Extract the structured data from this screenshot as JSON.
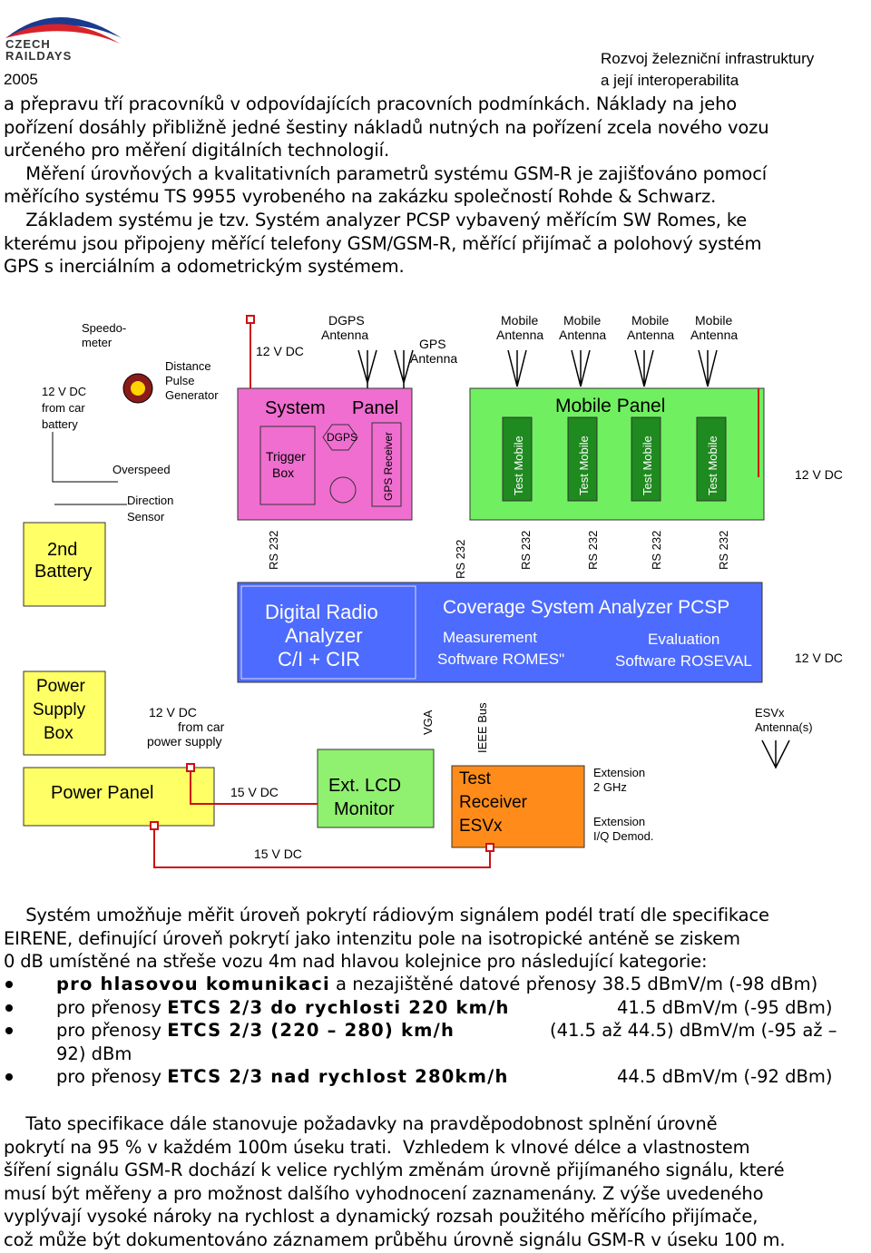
{
  "header": {
    "logo_text_line1": "CZECH",
    "logo_text_line2": "RAILDAYS",
    "year": "2005",
    "title_line1": "Rozvoj železniční infrastruktury",
    "title_line2": "a její interoperabilita"
  },
  "intro": {
    "line1": "a přepravu tří pracovníků v odpovídajících pracovních podmínkách. Náklady na jeho",
    "line2": "pořízení dosáhly přibližně jedné šestiny nákladů nutných na pořízení zcela nového vozu",
    "line3": "určeného pro měření digitálních technologií.",
    "line4": "    Měření úrovňových a kvalitativních parametrů systému GSM-R je zajišťováno pomocí",
    "line5": "měřícího systému TS 9955 vyrobeného na zakázku společností Rohde & Schwarz.",
    "line6": "    Základem systému je tzv. Systém analyzer PCSP vybavený měřícím SW Romes, ke",
    "line7": "kterému jsou připojeny měřící telefony GSM/GSM-R, měřící přijímač a polohový systém",
    "line8": "GPS s inerciálním a odometrickým systémem."
  },
  "diagram": {
    "speedometer": "Speedo-",
    "speedometer2": "meter",
    "distance_pulse1": "Distance",
    "distance_pulse2": "Pulse",
    "distance_pulse3": "Generator",
    "battery_label1": "12 V DC",
    "battery_label2": "from car",
    "battery_label3": "battery",
    "overspeed": "Overspeed",
    "direction1": "Direction",
    "direction2": "Sensor",
    "dgps_antenna1": "DGPS",
    "dgps_antenna2": "Antenna",
    "gps_antenna1": "GPS",
    "gps_antenna2": "Antenna",
    "v12_top": "12 V DC",
    "mobile_antenna1": "Mobile",
    "mobile_antenna2": "Antenna",
    "system_panel1": "System",
    "system_panel2": "Panel",
    "trigger_box1": "Trigger",
    "trigger_box2": "Box",
    "dgps": "DGPS",
    "gps_receiver": "GPS Receiver",
    "mobile_panel": "Mobile Panel",
    "test_mobile": "Test Mobile",
    "v12_right1": "12 V DC",
    "rs232": "RS 232",
    "second_battery1": "2nd",
    "second_battery2": "Battery",
    "dra1": "Digital Radio",
    "dra2": "Analyzer",
    "dra3": "C/I + CIR",
    "csa_title": "Coverage System Analyzer PCSP",
    "csa_meas1": "Measurement",
    "csa_meas2": "Software ROMES\"",
    "csa_eval1": "Evaluation",
    "csa_eval2": "Software ROSEVAL",
    "v12_right2": "12 V DC",
    "psb1": "Power",
    "psb2": "Supply",
    "psb3": "Box",
    "car_supply1": "12 V DC",
    "car_supply2": "from car",
    "car_supply3": "power supply",
    "vga": "VGA",
    "ieee": "IEEE Bus",
    "esvx_ant1": "ESVx",
    "esvx_ant2": "Antenna(s)",
    "power_panel": "Power Panel",
    "v15_1": "15 V DC",
    "v15_2": "15 V DC",
    "lcd1": "Ext. LCD",
    "lcd2": "Monitor",
    "receiver1": "Test",
    "receiver2": "Receiver",
    "receiver3": "ESVx",
    "ext1a": "Extension",
    "ext1b": "2 GHz",
    "ext2a": "Extension",
    "ext2b": "I/Q Demod.",
    "colors": {
      "system_panel": "#f06ed0",
      "mobile_panel": "#70f060",
      "battery": "#ffff66",
      "analyzer": "#4d6bff",
      "lcd": "#90f070",
      "receiver": "#ff8c1a",
      "wire": "#cc1111"
    }
  },
  "spec": {
    "line1": "    Systém umožňuje měřit úroveň pokrytí rádiovým signálem podél tratí dle specifikace",
    "line2": "EIRENE, definující úroveň pokrytí jako intenzitu pole na isotropické anténě se ziskem",
    "line3": "0 dB umístěné na střeše vozu 4m nad hlavou kolejnice pro následující kategorie:"
  },
  "bullets": [
    {
      "prefix": "",
      "bold": "pro hlasovou komunikaci",
      "rest": " a nezajištěné datové přenosy 38.5 dBmV/m (-98 dBm)",
      "value": ""
    },
    {
      "prefix": "pro přenosy ",
      "bold": "ETCS 2/3 do rychlosti 220 km/h",
      "rest": "",
      "value": "41.5 dBmV/m (-95 dBm)"
    },
    {
      "prefix": "pro přenosy ",
      "bold": "ETCS 2/3 (220 – 280) km/h",
      "rest": "",
      "value": "(41.5 až 44.5) dBmV/m (-95 až –"
    },
    {
      "prefix": "",
      "bold": "",
      "rest": "92) dBm",
      "value": ""
    },
    {
      "prefix": "pro přenosy ",
      "bold": "ETCS 2/3 nad rychlost 280km/h",
      "rest": "",
      "value": "44.5 dBmV/m (-92 dBm)"
    }
  ],
  "outro": {
    "line1": "    Tato specifikace dále stanovuje požadavky na pravděpodobnost splnění úrovně",
    "line2": "pokrytí na 95 % v každém 100m úseku trati.  Vzhledem k vlnové délce a vlastnostem",
    "line3": "šíření signálu GSM-R dochází k velice rychlým změnám úrovně přijímaného signálu, které",
    "line4": "musí být měřeny a pro možnost dalšího vyhodnocení zaznamenány. Z výše uvedeného",
    "line5": "vyplývají vysoké nároky na rychlost a dynamický rozsah použitého měřícího přijímače,",
    "line6": "což může být dokumentováno záznamem průběhu úrovně signálu GSM-R v úseku 100 m."
  }
}
